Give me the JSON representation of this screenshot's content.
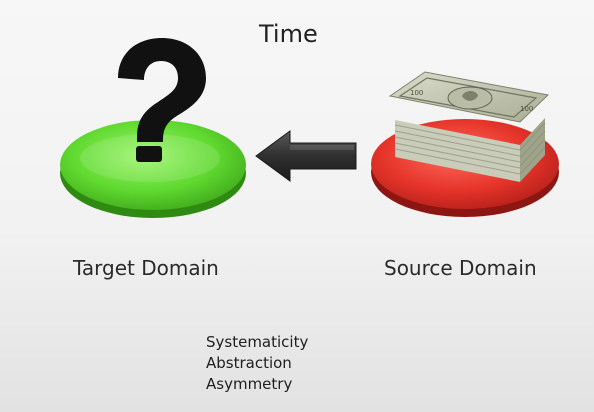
{
  "slide": {
    "title": "Time",
    "target_label": "Target Domain",
    "source_label": "Source Domain",
    "properties": [
      "Systematicity",
      "Abstraction",
      "Asymmetry"
    ],
    "target_symbol": "?"
  },
  "colors": {
    "target_disc": "#6ee23a",
    "source_disc": "#e83a2f",
    "arrow": "#3a3a3a",
    "background": "#f2f2f2"
  },
  "icons": {
    "arrow": "left-arrow-icon",
    "question_mark": "question-mark-icon",
    "money": "money-stack-icon"
  }
}
